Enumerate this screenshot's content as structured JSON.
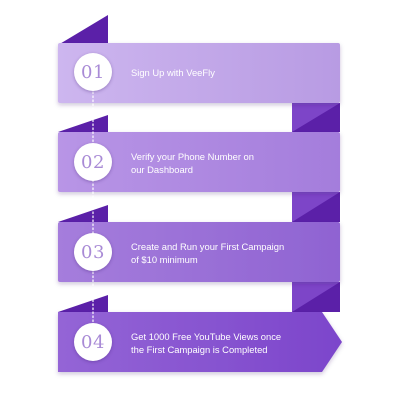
{
  "steps": [
    {
      "number": "01",
      "lines": [
        "Sign Up with VeeFly"
      ]
    },
    {
      "number": "02",
      "lines": [
        "Verify your Phone Number on",
        "our Dashboard"
      ]
    },
    {
      "number": "03",
      "lines": [
        "Create and Run your First Campaign",
        "of $10 minimum"
      ]
    },
    {
      "number": "04",
      "lines": [
        "Get 1000 Free YouTube Views once",
        "the First Campaign is Completed"
      ]
    }
  ],
  "colors": {
    "fold_dark": "#5b20a8",
    "fold_mid": "#7d45c8",
    "bar1": [
      "#cdb6ef",
      "#b89be3"
    ],
    "bar2": [
      "#b895e6",
      "#a47ddc"
    ],
    "bar3": [
      "#a57ddc",
      "#8f63d2"
    ],
    "bar4": [
      "#9465d6",
      "#7c45cb"
    ],
    "number_text": "#a98bd6"
  }
}
